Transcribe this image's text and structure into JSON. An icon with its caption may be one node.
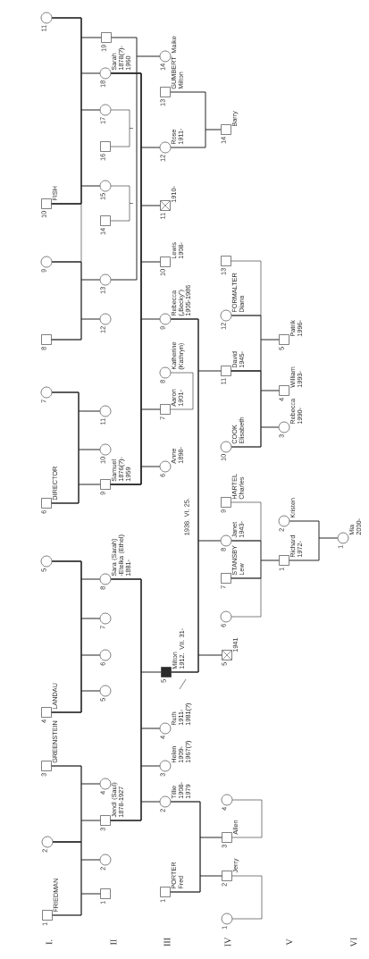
{
  "diagram": {
    "nodes": [
      {
        "text": [],
        "shape": "box",
        "beside": [
          "1",
          "FRIEDMAN"
        ]
      },
      {
        "text": [],
        "shape": "circle",
        "beside": [
          "2"
        ]
      },
      {
        "text": [],
        "shape": "box",
        "beside": [
          "3",
          "GREENSTEIN"
        ]
      },
      {
        "text": [],
        "shape": "box",
        "beside": [
          "4",
          "LANDAU"
        ]
      },
      {
        "text": [],
        "shape": "circle",
        "beside": [
          "5"
        ]
      },
      {
        "text": [],
        "shape": "box",
        "beside": [
          "6",
          "DIRECTOR"
        ]
      },
      {
        "text": [],
        "shape": "circle",
        "beside": [
          "7"
        ]
      },
      {
        "text": [],
        "shape": "box",
        "beside": [
          "8"
        ]
      },
      {
        "text": [],
        "shape": "circle",
        "beside": [
          "9"
        ]
      },
      {
        "text": [],
        "shape": "box",
        "beside": [
          "10",
          "FISH"
        ]
      },
      {
        "text": [],
        "shape": "circle",
        "beside": [
          "11"
        ]
      },
      {
        "text": [],
        "shape": "box",
        "beside": [
          "1"
        ]
      },
      {
        "text": [],
        "shape": "circle",
        "beside": [
          "2"
        ]
      },
      {
        "text": [],
        "shape": "box",
        "beside": [
          "3",
          "Jendl (Saul) 1878-1927"
        ]
      },
      {
        "text": [],
        "shape": "circle",
        "beside": [
          "4"
        ]
      },
      {
        "text": [],
        "shape": "circle",
        "beside": [
          "5"
        ]
      },
      {
        "text": [],
        "shape": "circle",
        "beside": [
          "6"
        ]
      },
      {
        "text": [],
        "shape": "circle",
        "beside": [
          "7"
        ]
      },
      {
        "text": [],
        "shape": "circle",
        "beside": [
          "8",
          "Sara (Sarah) -Etelka (Ethel) 1881-"
        ]
      },
      {
        "text": [],
        "shape": "box",
        "beside": [
          "9",
          "Samuel 1876(?)- 1959"
        ]
      },
      {
        "text": [],
        "shape": "circle",
        "beside": [
          "10"
        ]
      },
      {
        "text": [],
        "shape": "circle",
        "beside": [
          "11"
        ]
      },
      {
        "text": [],
        "shape": "circle",
        "beside": [
          "12"
        ]
      },
      {
        "text": [],
        "shape": "circle",
        "beside": [
          "13"
        ]
      },
      {
        "text": [],
        "shape": "box",
        "beside": [
          "14"
        ]
      },
      {
        "text": [],
        "shape": "circle",
        "beside": [
          "15"
        ]
      },
      {
        "text": [],
        "shape": "box",
        "beside": [
          "16"
        ]
      },
      {
        "text": [],
        "shape": "circle",
        "beside": [
          "17"
        ]
      },
      {
        "text": [],
        "shape": "circle",
        "beside": [
          "18",
          "Sarah 1878(?)- 1960"
        ]
      },
      {
        "text": [],
        "shape": "box",
        "beside": [
          "19"
        ]
      },
      {
        "text": [],
        "shape": "box",
        "beside": [
          "1",
          "PORTER Fred"
        ]
      },
      {
        "text": [],
        "shape": "circle",
        "beside": [
          "2",
          "Tillie 1908- 1979"
        ]
      },
      {
        "text": [],
        "shape": "circle",
        "beside": [
          "3",
          "Helen 1909- 1967(?)"
        ]
      },
      {
        "text": [],
        "shape": "circle",
        "beside": [
          "4",
          "Ruth 1911- 1981(?)"
        ]
      },
      {
        "text": [],
        "shape": "box",
        "beside": [
          "5",
          "Milton 1912. VII. 31-"
        ]
      },
      {
        "text": [],
        "shape": "circle",
        "beside": [
          "6",
          "Anne 1898-"
        ]
      },
      {
        "text": [],
        "shape": "box",
        "beside": [
          "7",
          "Aaron 1901-"
        ]
      },
      {
        "text": [],
        "shape": "circle",
        "beside": [
          "8",
          "Katherine (Kathryn)"
        ]
      },
      {
        "text": [],
        "shape": "circle",
        "beside": [
          "9",
          "Rebecca („Becky”) 1905-1986"
        ]
      },
      {
        "text": [],
        "shape": "box",
        "beside": [
          "10",
          "Lewis 1908-"
        ]
      },
      {
        "text": [],
        "shape": "box",
        "beside": [
          "11",
          "1910-"
        ]
      },
      {
        "text": [],
        "shape": "circle",
        "beside": [
          "12",
          "Rose 1911-"
        ]
      },
      {
        "text": [],
        "shape": "box",
        "beside": [
          "13",
          "GUMBERT Milton"
        ]
      },
      {
        "text": [],
        "shape": "circle",
        "beside": [
          "14",
          "Maike"
        ]
      },
      {
        "text": [],
        "shape": "circle",
        "beside": [
          "1"
        ]
      },
      {
        "text": [],
        "shape": "box",
        "beside": [
          "2",
          "Jerry"
        ]
      },
      {
        "text": [],
        "shape": "box",
        "beside": [
          "3",
          "Allen"
        ]
      },
      {
        "text": [],
        "shape": "circle",
        "beside": [
          "4"
        ]
      },
      {
        "text": [],
        "shape": "box",
        "beside": [
          "5",
          "1941"
        ]
      },
      {
        "text": [],
        "shape": "circle",
        "beside": [
          "6"
        ]
      },
      {
        "text": [],
        "shape": "box",
        "beside": [
          "7",
          "STANSBY Lew"
        ]
      },
      {
        "text": [],
        "shape": "circle",
        "beside": [
          "8",
          "Janet 1943-"
        ]
      },
      {
        "text": [],
        "shape": "box",
        "beside": [
          "9",
          "HARTEL Charles"
        ]
      },
      {
        "text": [],
        "shape": "circle",
        "beside": [
          "10",
          "COOK Elisabeth"
        ]
      },
      {
        "text": [],
        "shape": "box",
        "beside": [
          "11",
          "David 1945-"
        ]
      },
      {
        "text": [],
        "shape": "circle",
        "beside": [
          "12",
          "FORMALTER Diana"
        ]
      },
      {
        "text": [],
        "shape": "box",
        "beside": [
          "13"
        ]
      },
      {
        "text": [],
        "shape": "box",
        "beside": [
          "14",
          "Barry"
        ]
      },
      {
        "text": [],
        "shape": "box",
        "beside": [
          "1",
          "Richard 1972-"
        ]
      },
      {
        "text": [],
        "shape": "circle",
        "beside": [
          "2",
          "Kristen"
        ]
      },
      {
        "text": [],
        "shape": "circle",
        "beside": [
          "3",
          "Rebecca 1990-"
        ]
      },
      {
        "text": [],
        "shape": "box",
        "beside": [
          "4",
          "William 1993-"
        ]
      },
      {
        "text": [],
        "shape": "box",
        "beside": [
          "5",
          "Patrik 1996-"
        ]
      },
      {
        "text": [],
        "shape": "circle",
        "beside": [
          "1",
          "Mia 2000-"
        ]
      }
    ],
    "edges": [
      {
        "from": 1,
        "to": 0,
        "arrow": "none"
      },
      {
        "from": 1,
        "to": 11,
        "arrow": "none"
      },
      {
        "from": 0,
        "to": 11,
        "arrow": "none"
      },
      {
        "from": 1,
        "to": 12,
        "arrow": "none"
      },
      {
        "from": 0,
        "to": 12,
        "arrow": "none"
      },
      {
        "from": 2,
        "to": 1,
        "arrow": "none"
      },
      {
        "from": 2,
        "to": 13,
        "arrow": "none"
      },
      {
        "from": 1,
        "to": 13,
        "arrow": "none"
      },
      {
        "from": 2,
        "to": 14,
        "arrow": "none"
      },
      {
        "from": 1,
        "to": 14,
        "arrow": "none"
      },
      {
        "from": 4,
        "to": 3,
        "arrow": "none"
      },
      {
        "from": 4,
        "to": 18,
        "arrow": "none"
      },
      {
        "from": 3,
        "to": 18,
        "arrow": "none"
      },
      {
        "from": 4,
        "to": 17,
        "arrow": "none"
      },
      {
        "from": 3,
        "to": 17,
        "arrow": "none"
      },
      {
        "from": 4,
        "to": 16,
        "arrow": "none"
      },
      {
        "from": 3,
        "to": 16,
        "arrow": "none"
      },
      {
        "from": 4,
        "to": 15,
        "arrow": "none"
      },
      {
        "from": 3,
        "to": 15,
        "arrow": "none"
      },
      {
        "from": 6,
        "to": 5,
        "arrow": "none"
      },
      {
        "from": 6,
        "to": 21,
        "arrow": "none"
      },
      {
        "from": 5,
        "to": 21,
        "arrow": "none"
      },
      {
        "from": 6,
        "to": 20,
        "arrow": "none"
      },
      {
        "from": 5,
        "to": 20,
        "arrow": "none"
      },
      {
        "from": 6,
        "to": 19,
        "arrow": "none"
      },
      {
        "from": 5,
        "to": 19,
        "arrow": "none"
      },
      {
        "from": 10,
        "to": 9,
        "arrow": "none"
      },
      {
        "from": 10,
        "to": 29,
        "arrow": "none"
      },
      {
        "from": 9,
        "to": 29,
        "arrow": "none"
      },
      {
        "from": 10,
        "to": 28,
        "arrow": "none"
      },
      {
        "from": 9,
        "to": 28,
        "arrow": "none"
      },
      {
        "from": 10,
        "to": 27,
        "arrow": "none"
      },
      {
        "from": 9,
        "to": 27,
        "arrow": "none"
      },
      {
        "from": 10,
        "to": 25,
        "arrow": "none"
      },
      {
        "from": 9,
        "to": 25,
        "arrow": "none"
      },
      {
        "from": 9,
        "to": 8,
        "arrow": "none"
      },
      {
        "from": 8,
        "to": 7,
        "arrow": "none"
      },
      {
        "from": 8,
        "to": 23,
        "arrow": "none"
      },
      {
        "from": 7,
        "to": 23,
        "arrow": "none"
      },
      {
        "from": 8,
        "to": 22,
        "arrow": "none"
      },
      {
        "from": 7,
        "to": 22,
        "arrow": "none"
      },
      {
        "from": 27,
        "to": 26,
        "arrow": "none"
      },
      {
        "from": 25,
        "to": 24,
        "arrow": "none"
      },
      {
        "from": 29,
        "to": 23,
        "arrow": "none"
      },
      {
        "from": 29,
        "to": 43,
        "arrow": "none"
      },
      {
        "from": 23,
        "to": 43,
        "arrow": "none"
      },
      {
        "from": 18,
        "to": 13,
        "arrow": "none"
      },
      {
        "from": 18,
        "to": 34,
        "arrow": "none"
      },
      {
        "from": 13,
        "to": 34,
        "arrow": "none"
      },
      {
        "from": 18,
        "to": 33,
        "arrow": "none"
      },
      {
        "from": 13,
        "to": 33,
        "arrow": "none"
      },
      {
        "from": 18,
        "to": 32,
        "arrow": "none"
      },
      {
        "from": 13,
        "to": 32,
        "arrow": "none"
      },
      {
        "from": 18,
        "to": 31,
        "arrow": "none"
      },
      {
        "from": 13,
        "to": 31,
        "arrow": "none"
      },
      {
        "from": 28,
        "to": 19,
        "arrow": "none"
      },
      {
        "from": 28,
        "to": 41,
        "arrow": "none"
      },
      {
        "from": 19,
        "to": 41,
        "arrow": "none"
      },
      {
        "from": 28,
        "to": 40,
        "arrow": "none"
      },
      {
        "from": 19,
        "to": 40,
        "arrow": "none"
      },
      {
        "from": 28,
        "to": 39,
        "arrow": "none"
      },
      {
        "from": 19,
        "to": 39,
        "arrow": "none"
      },
      {
        "from": 28,
        "to": 38,
        "arrow": "none"
      },
      {
        "from": 19,
        "to": 38,
        "arrow": "none"
      },
      {
        "from": 28,
        "to": 36,
        "arrow": "none"
      },
      {
        "from": 19,
        "to": 36,
        "arrow": "none"
      },
      {
        "from": 28,
        "to": 35,
        "arrow": "none"
      },
      {
        "from": 19,
        "to": 35,
        "arrow": "none"
      },
      {
        "from": 42,
        "to": 41,
        "arrow": "none"
      },
      {
        "from": 42,
        "to": 57,
        "arrow": "none"
      },
      {
        "from": 41,
        "to": 57,
        "arrow": "none"
      },
      {
        "from": 37,
        "to": 36,
        "arrow": "none"
      },
      {
        "from": 38,
        "to": 34,
        "arrow": "none",
        "label": "1938. VI. 25."
      },
      {
        "from": 38,
        "to": 54,
        "arrow": "none"
      },
      {
        "from": 34,
        "to": 54,
        "arrow": "none"
      },
      {
        "from": 38,
        "to": 51,
        "arrow": "none"
      },
      {
        "from": 34,
        "to": 51,
        "arrow": "none"
      },
      {
        "from": 38,
        "to": 48,
        "arrow": "none"
      },
      {
        "from": 34,
        "to": 48,
        "arrow": "none"
      },
      {
        "from": 31,
        "to": 30,
        "arrow": "none"
      },
      {
        "from": 31,
        "to": 46,
        "arrow": "none"
      },
      {
        "from": 30,
        "to": 46,
        "arrow": "none"
      },
      {
        "from": 31,
        "to": 45,
        "arrow": "none"
      },
      {
        "from": 30,
        "to": 45,
        "arrow": "none"
      },
      {
        "from": 56,
        "to": 55,
        "arrow": "none"
      },
      {
        "from": 55,
        "to": 54,
        "arrow": "none"
      },
      {
        "from": 55,
        "to": 62,
        "arrow": "none"
      },
      {
        "from": 54,
        "to": 62,
        "arrow": "none"
      },
      {
        "from": 54,
        "to": 53,
        "arrow": "none"
      },
      {
        "from": 54,
        "to": 61,
        "arrow": "none"
      },
      {
        "from": 53,
        "to": 61,
        "arrow": "none"
      },
      {
        "from": 54,
        "to": 60,
        "arrow": "none"
      },
      {
        "from": 53,
        "to": 60,
        "arrow": "none"
      },
      {
        "from": 52,
        "to": 51,
        "arrow": "none"
      },
      {
        "from": 51,
        "to": 50,
        "arrow": "none"
      },
      {
        "from": 51,
        "to": 58,
        "arrow": "none"
      },
      {
        "from": 50,
        "to": 58,
        "arrow": "none"
      },
      {
        "from": 50,
        "to": 49,
        "arrow": "none"
      },
      {
        "from": 47,
        "to": 46,
        "arrow": "none"
      },
      {
        "from": 45,
        "to": 44,
        "arrow": "none"
      },
      {
        "from": 59,
        "to": 58,
        "arrow": "none"
      },
      {
        "from": 59,
        "to": 63,
        "arrow": "none"
      },
      {
        "from": 58,
        "to": 63,
        "arrow": "none"
      }
    ],
    "labels": [
      "I.",
      "II",
      "III",
      "IV",
      "V",
      "VI"
    ]
  }
}
